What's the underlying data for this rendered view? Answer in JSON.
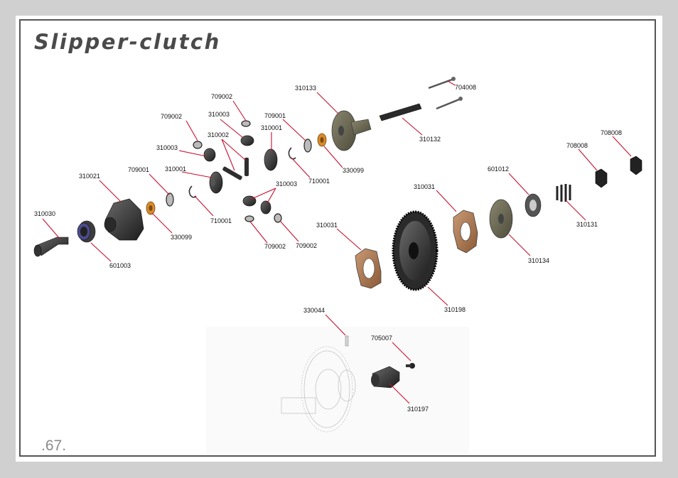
{
  "page": {
    "title": "Slipper-clutch",
    "page_number": ".67."
  },
  "parts": {
    "p310030": "310030",
    "p601003": "601003",
    "p310021": "310021",
    "p709001a": "709001",
    "p330099a": "330099",
    "p310001a": "310001",
    "p710001a": "710001",
    "p310003a": "310003",
    "p709002a": "709002",
    "p310003b": "310003",
    "p310002": "310002",
    "p709002b": "709002",
    "p310001b": "310001",
    "p709001b": "709001",
    "p710001b": "710001",
    "p310003c": "310003",
    "p709002c": "709002",
    "p709002d": "709002",
    "p310133": "310133",
    "p330099b": "330099",
    "p704008": "704008",
    "p310132": "310132",
    "p310031a": "310031",
    "p310031b": "310031",
    "p310198": "310198",
    "p601012": "601012",
    "p310134": "310134",
    "p708008a": "708008",
    "p708008b": "708008",
    "p310131": "310131",
    "p330044": "330044",
    "p705007": "705007",
    "p310197": "310197"
  },
  "colors": {
    "leader": "#c8102e",
    "part_dark": "#2b2b2b",
    "bronze": "#b07a52",
    "orange": "#d98a2b",
    "olive": "#6d6a56"
  }
}
